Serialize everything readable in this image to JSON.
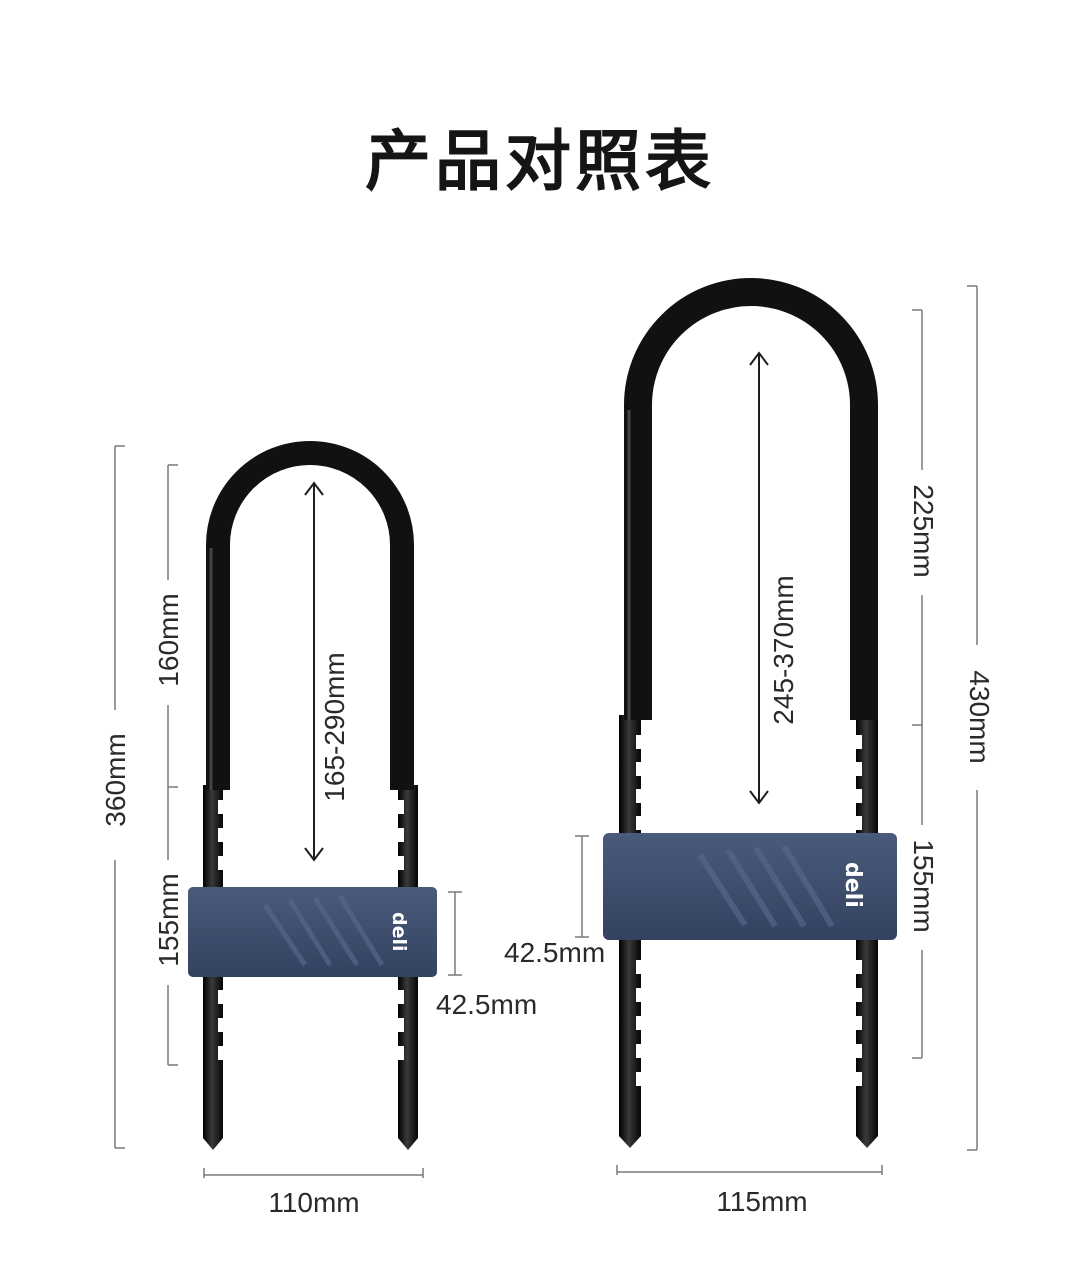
{
  "title": "产品对照表",
  "brand_color": "#3b4a66",
  "shackle_color": "#111111",
  "small_lock": {
    "brand": "deli",
    "total_height": "360mm",
    "shackle_length": "160mm",
    "body_span": "155mm",
    "adjust_range": "165-290mm",
    "body_height": "42.5mm",
    "width": "110mm"
  },
  "large_lock": {
    "brand": "deli",
    "total_height": "430mm",
    "shackle_length": "225mm",
    "body_span": "155mm",
    "adjust_range": "245-370mm",
    "body_height": "42.5mm",
    "width": "115mm"
  }
}
